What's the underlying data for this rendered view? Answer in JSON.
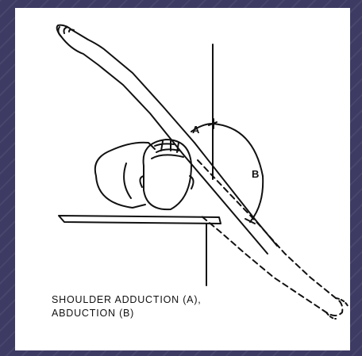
{
  "figure": {
    "label_a": "A",
    "label_b": "B",
    "caption_line1": "SHOULDER ADDUCTION (A),",
    "caption_line2": "ABDUCTION (B)"
  },
  "colors": {
    "background": "#3d3a63",
    "panel": "#ffffff",
    "ink": "#111111"
  }
}
